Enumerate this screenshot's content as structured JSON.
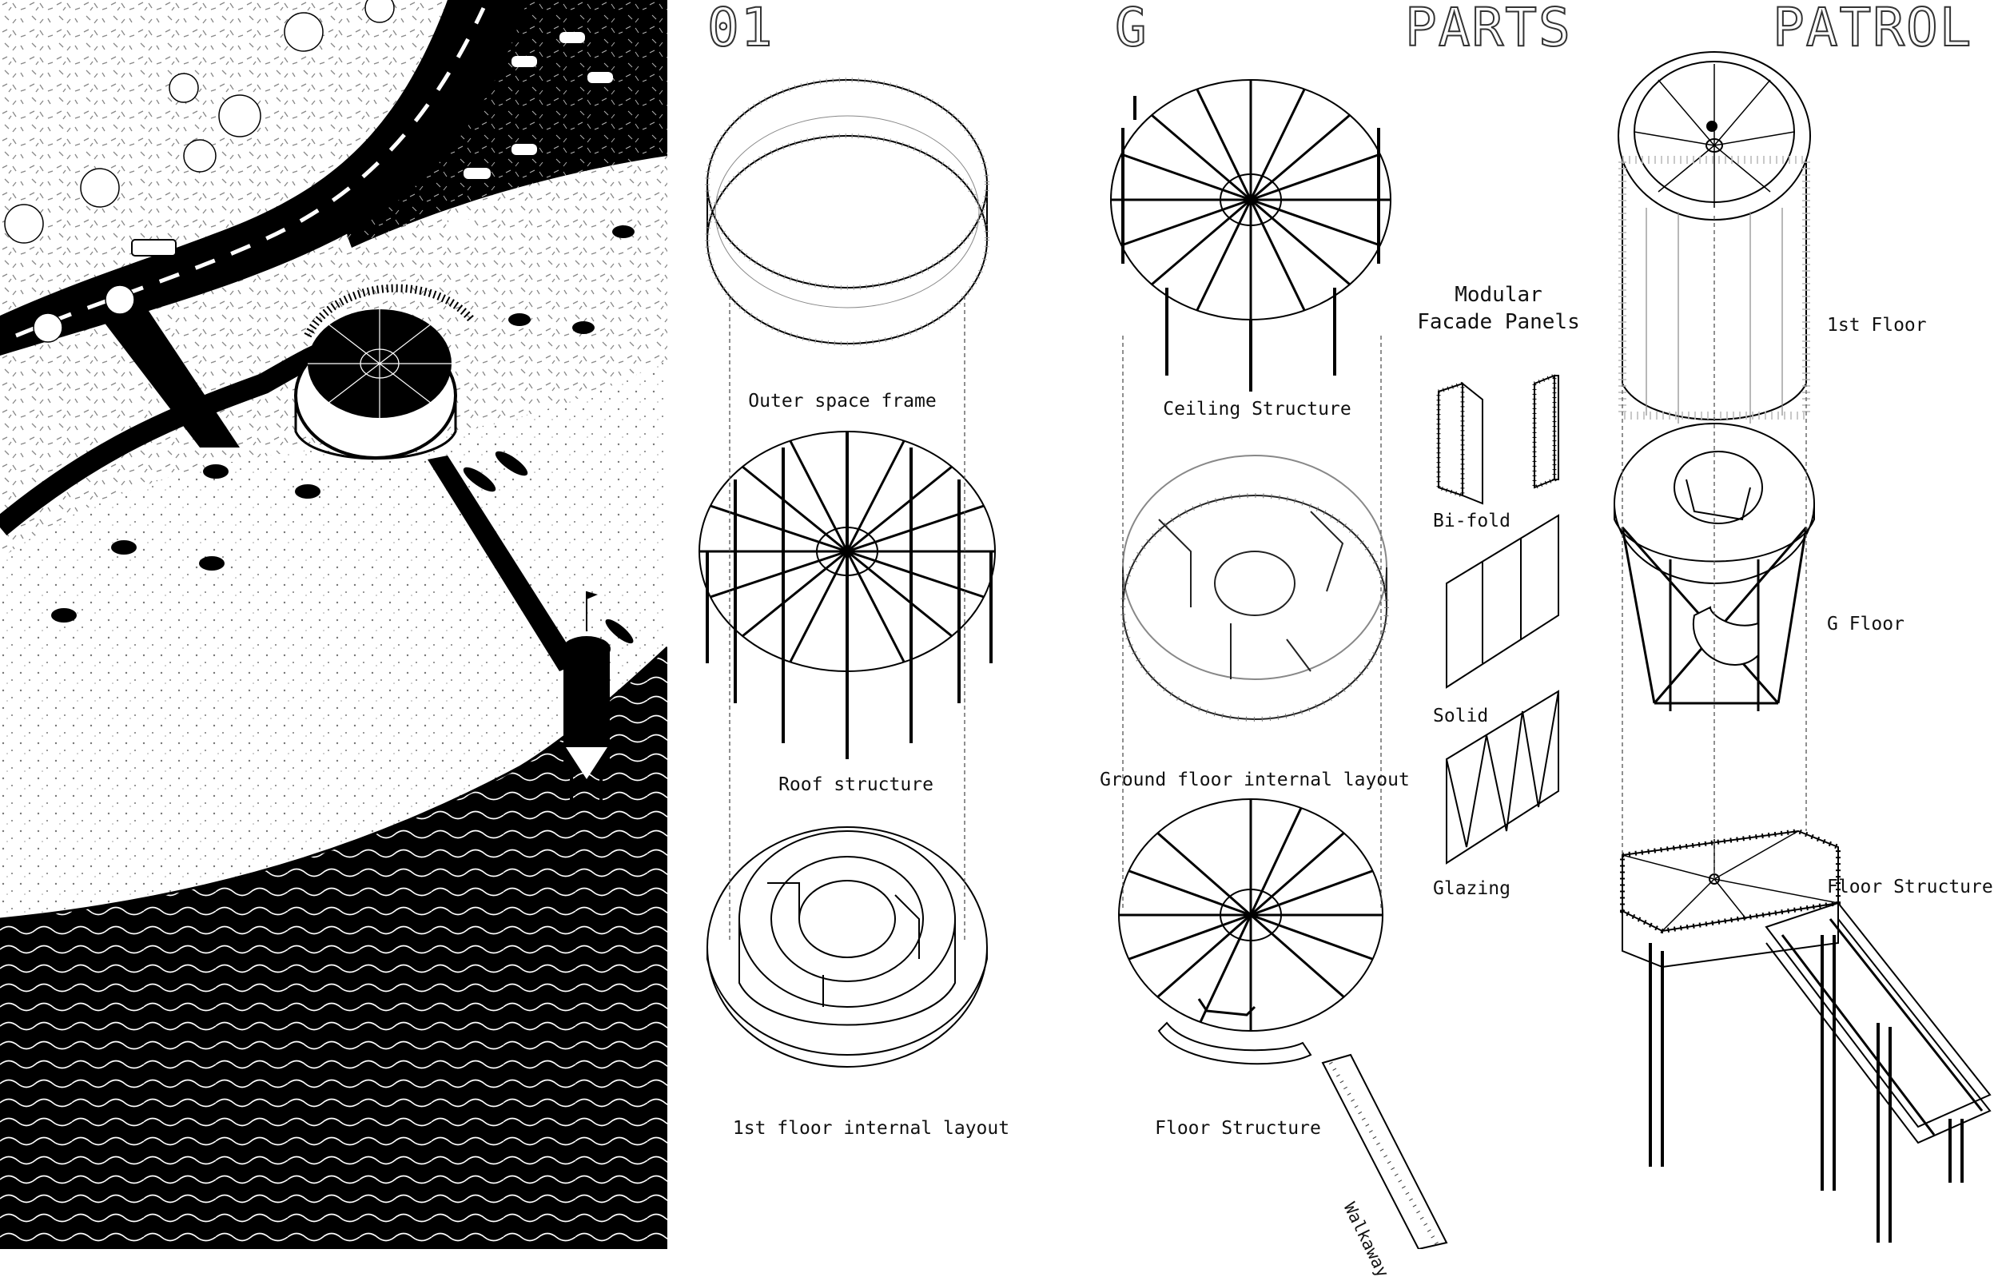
{
  "headers": {
    "h1": "01",
    "h2": "G",
    "h3": "PARTS",
    "h4": "PATROL"
  },
  "labels": {
    "outer_space_frame": "Outer space frame",
    "roof_structure": "Roof structure",
    "first_floor_layout": "1st floor internal layout",
    "ceiling_structure": "Ceiling Structure",
    "ground_floor_layout": "Ground floor internal layout",
    "floor_structure_g": "Floor Structure",
    "walkaway": "Walkaway",
    "modular_line1": "Modular",
    "modular_line2": "Facade Panels",
    "bifold": "Bi-fold",
    "solid": "Solid",
    "glazing": "Glazing",
    "first_floor": "1st Floor",
    "g_floor": "G Floor",
    "floor_structure_patrol": "Floor Structure"
  },
  "colors": {
    "ink": "#000000",
    "paper": "#ffffff",
    "header_stroke": "#333333"
  }
}
